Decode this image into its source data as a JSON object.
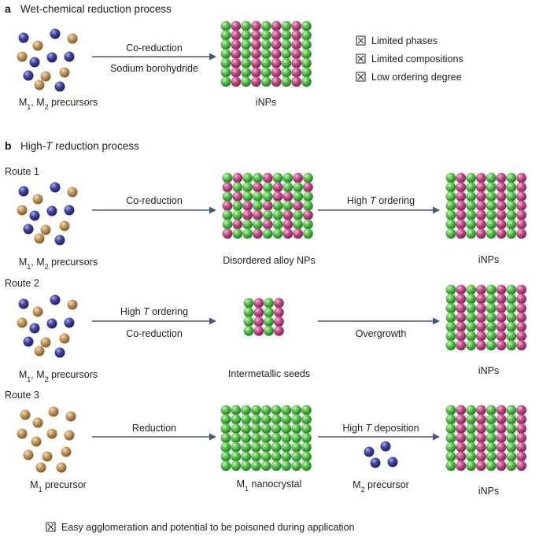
{
  "panel_a": {
    "letter": "a",
    "title": "Wet-chemical reduction process",
    "precursor": {
      "lead": "M",
      "sub1": "1",
      "mid": ", M",
      "sub2": "2",
      "tail": " precursors"
    },
    "arrow_top": "Co-reduction",
    "arrow_bottom": "Sodium borohydride",
    "product": "iNPs",
    "limitations": [
      "Limited phases",
      "Limited compositions",
      "Low ordering degree"
    ]
  },
  "panel_b": {
    "letter": "b",
    "title_lead": "High-",
    "title_italic": "T",
    "title_tail": " reduction process",
    "routes": [
      {
        "name": "Route 1",
        "precursor": {
          "lead": "M",
          "sub1": "1",
          "mid": ", M",
          "sub2": "2",
          "tail": " precursors"
        },
        "step1": "Co-reduction",
        "intermediate": "Disordered alloy NPs",
        "step2": {
          "lead": "High ",
          "italic": "T",
          "tail": " ordering"
        },
        "product": "iNPs"
      },
      {
        "name": "Route 2",
        "precursor": {
          "lead": "M",
          "sub1": "1",
          "mid": ", M",
          "sub2": "2",
          "tail": " precursors"
        },
        "step1_top": {
          "lead": "High ",
          "italic": "T",
          "tail": " ordering"
        },
        "step1_bottom": "Co-reduction",
        "intermediate": "Intermetallic seeds",
        "step2": "Overgrowth",
        "product": "iNPs"
      },
      {
        "name": "Route 3",
        "precursor": {
          "lead": "M",
          "sub1": "1",
          "tail": " precursor"
        },
        "step1": "Reduction",
        "intermediate": {
          "lead": "M",
          "sub1": "1",
          "tail": " nanocrystal"
        },
        "step2": {
          "lead": "High ",
          "italic": "T",
          "tail": " deposition"
        },
        "m2": {
          "lead": "M",
          "sub1": "2",
          "tail": " precursor"
        },
        "product": "iNPs"
      }
    ],
    "limitation": "Easy agglomeration and potential to be poisoned during application"
  },
  "colors": {
    "green": "#4caf50",
    "pink": "#c8508a",
    "gold": "#c49a5e",
    "blue": "#4645a8",
    "arrow": "#4a5670"
  }
}
